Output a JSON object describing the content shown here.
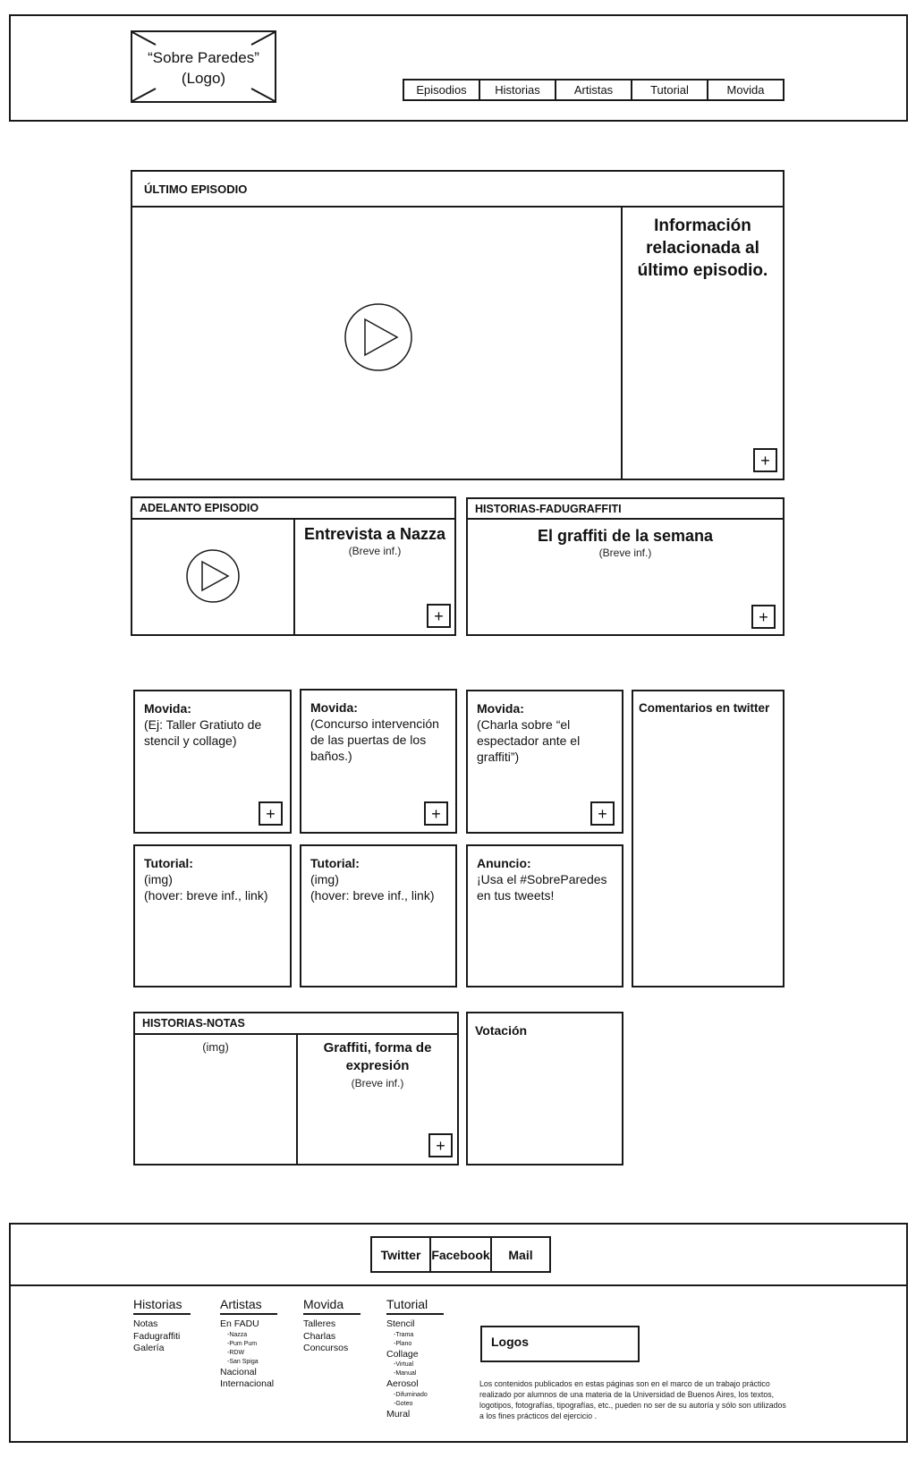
{
  "header": {
    "logo_line1": "“Sobre Paredes”",
    "logo_line2": "(Logo)",
    "nav": [
      {
        "label": "Episodios"
      },
      {
        "label": "Historias"
      },
      {
        "label": "Artistas"
      },
      {
        "label": "Tutorial"
      },
      {
        "label": "Movida"
      }
    ]
  },
  "ultimo_episodio": {
    "title": "ÚLTIMO EPISODIO",
    "info_line1": "Información",
    "info_line2": "relacionada al",
    "info_line3": "último episodio.",
    "plus_label": "+",
    "play_icon": "play-icon"
  },
  "adelanto_episodio": {
    "title": "ADELANTO EPISODIO",
    "headline": "Entrevista a Nazza",
    "brief": "(Breve inf.)",
    "plus_label": "+",
    "play_icon": "play-icon"
  },
  "historias_fadugraffiti": {
    "title": "HISTORIAS-FADUGRAFFITI",
    "headline": "El graffiti de la semana",
    "brief": "(Breve inf.)",
    "plus_label": "+"
  },
  "cards": [
    {
      "label": "Movida:",
      "text": "(Ej: Taller Gratiuto de\nstencil y collage)",
      "plus_label": "+"
    },
    {
      "label": "Movida:",
      "text": "(Concurso intervención\nde las puertas de los\nbaños.)",
      "plus_label": "+"
    },
    {
      "label": "Movida:",
      "text": "(Charla sobre “el\nespectador ante el\ngraffiti”)",
      "plus_label": "+"
    },
    {
      "label": "Tutorial:",
      "text": "(img)\n(hover: breve inf., link)"
    },
    {
      "label": "Tutorial:",
      "text": "(img)\n(hover: breve inf., link)"
    },
    {
      "label": "Anuncio:",
      "text": "¡Usa el #SobreParedes\nen tus tweets!"
    }
  ],
  "twitter_panel": {
    "title": "Comentarios en twitter"
  },
  "historias_notas": {
    "title": "HISTORIAS-NOTAS",
    "img_label": "(img)",
    "headline_line1": "Graffiti, forma de",
    "headline_line2": "expresión",
    "brief": "(Breve inf.)",
    "plus_label": "+"
  },
  "votacion": {
    "title": "Votación"
  },
  "footer": {
    "social": [
      {
        "label": "Twitter"
      },
      {
        "label": "Facebook"
      },
      {
        "label": "Mail"
      }
    ],
    "columns": [
      {
        "heading": "Historias",
        "items": [
          {
            "label": "Notas",
            "sub": []
          },
          {
            "label": "Fadugraffiti",
            "sub": []
          },
          {
            "label": "Galería",
            "sub": []
          }
        ]
      },
      {
        "heading": "Artistas",
        "items": [
          {
            "label": "En FADU",
            "sub": [
              "-Nazza",
              "-Pum Pum",
              "-RDW",
              "-San Spiga"
            ]
          },
          {
            "label": "Nacional",
            "sub": []
          },
          {
            "label": "Internacional",
            "sub": []
          }
        ]
      },
      {
        "heading": "Movida",
        "items": [
          {
            "label": "Talleres",
            "sub": []
          },
          {
            "label": "Charlas",
            "sub": []
          },
          {
            "label": "Concursos",
            "sub": []
          }
        ]
      },
      {
        "heading": "Tutorial",
        "items": [
          {
            "label": "Stencil",
            "sub": [
              "-Trama",
              "-Plano"
            ]
          },
          {
            "label": "Collage",
            "sub": [
              "-Virtual",
              "-Manual"
            ]
          },
          {
            "label": "Aerosol",
            "sub": [
              "-Difuminado",
              "-Goteo"
            ]
          },
          {
            "label": "Mural",
            "sub": []
          }
        ]
      }
    ],
    "logos_label": "Logos",
    "disclaimer": "Los contenidos publicados en estas páginas son en el marco de un trabajo práctico realizado por alumnos de una materia de la Universidad de Buenos Aires, los textos, logotipos, fotografías, tipografías, etc., pueden no ser de su autoría y sólo son utilizados a los fines prácticos del ejercicio ."
  }
}
